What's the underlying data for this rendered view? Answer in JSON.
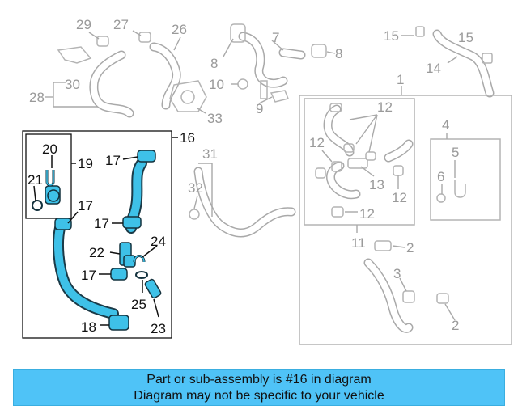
{
  "diagram": {
    "callouts": {
      "c29": "29",
      "c27": "27",
      "c26": "26",
      "c7": "7",
      "c8a": "8",
      "c8b": "8",
      "c10": "10",
      "c9": "9",
      "c30": "30",
      "c28": "28",
      "c33": "33",
      "c15a": "15",
      "c15b": "15",
      "c14": "14",
      "c1": "1",
      "c12a": "12",
      "c12b": "12",
      "c12c": "12",
      "c12d": "12",
      "c13": "13",
      "c4": "4",
      "c5": "5",
      "c6": "6",
      "c31": "31",
      "c32": "32",
      "c11": "11",
      "c2a": "2",
      "c2b": "2",
      "c3": "3",
      "c16": "16",
      "c20": "20",
      "c19": "19",
      "c21": "21",
      "c17a": "17",
      "c17b": "17",
      "c17c": "17",
      "c17d": "17",
      "c22": "22",
      "c24": "24",
      "c25": "25",
      "c18": "18",
      "c23": "23"
    }
  },
  "banner": {
    "line1": "Part or sub-assembly is #16 in diagram",
    "line2": "Diagram may not be specific to your vehicle"
  },
  "colors": {
    "highlight": "#3ec1e8",
    "banner_bg": "#4fc3f7",
    "grey_parts": "#a9a9a9",
    "dark_lines": "#111111"
  }
}
